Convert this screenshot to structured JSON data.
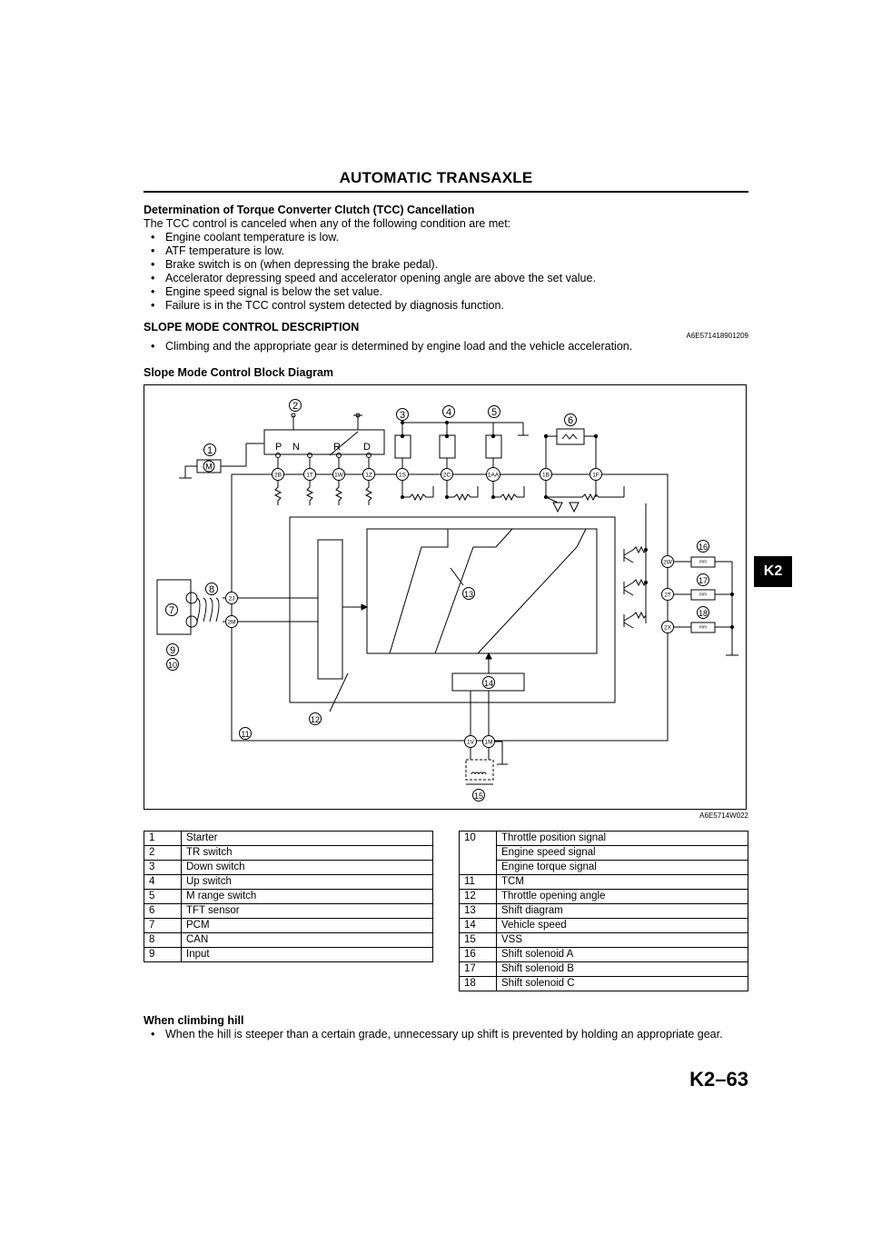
{
  "header": {
    "title": "AUTOMATIC TRANSAXLE",
    "tab": "K2"
  },
  "tcc": {
    "title": "Determination of Torque Converter Clutch (TCC) Cancellation",
    "intro": "The TCC control is canceled when any of the following condition are met:",
    "bullets": [
      "Engine coolant temperature is low.",
      "ATF temperature is low.",
      "Brake switch is on (when depressing the brake pedal).",
      "Accelerator depressing speed and accelerator opening angle are above the set value.",
      "Engine speed signal is below the set value.",
      "Failure is in the TCC control system detected by diagnosis function."
    ]
  },
  "slope": {
    "title": "SLOPE MODE CONTROL DESCRIPTION",
    "code": "A6E571418901209",
    "bullets": [
      "Climbing and the appropriate gear is determined by engine load and the vehicle acceleration."
    ]
  },
  "diagram": {
    "title": "Slope Mode Control Block Diagram",
    "figure_code": "A6E5714W022",
    "tr_labels": [
      "P",
      "N",
      "R",
      "D"
    ],
    "pin_top": [
      "2B",
      "1T",
      "1W",
      "1Z",
      "1S",
      "2C",
      "1AA",
      "1B",
      "1F"
    ],
    "pin_left": [
      "2J",
      "2M"
    ],
    "pin_right": [
      "2W",
      "2T",
      "2X"
    ],
    "pin_bottom": [
      "1V",
      "1M"
    ],
    "motor": "M",
    "callouts": [
      "1",
      "2",
      "3",
      "4",
      "5",
      "6",
      "7",
      "8",
      "9",
      "10",
      "11",
      "12",
      "13",
      "14",
      "15",
      "16",
      "17",
      "18"
    ]
  },
  "legend_left": [
    {
      "num": "1",
      "text": "Starter"
    },
    {
      "num": "2",
      "text": "TR switch"
    },
    {
      "num": "3",
      "text": "Down switch"
    },
    {
      "num": "4",
      "text": "Up switch"
    },
    {
      "num": "5",
      "text": "M range switch"
    },
    {
      "num": "6",
      "text": "TFT sensor"
    },
    {
      "num": "7",
      "text": "PCM"
    },
    {
      "num": "8",
      "text": "CAN"
    },
    {
      "num": "9",
      "text": "Input"
    }
  ],
  "legend_right": {
    "first": {
      "num": "10",
      "lines": [
        "Throttle position signal",
        "Engine speed signal",
        "Engine torque signal"
      ]
    },
    "rows": [
      {
        "num": "11",
        "text": "TCM"
      },
      {
        "num": "12",
        "text": "Throttle opening angle"
      },
      {
        "num": "13",
        "text": "Shift diagram"
      },
      {
        "num": "14",
        "text": "Vehicle speed"
      },
      {
        "num": "15",
        "text": "VSS"
      },
      {
        "num": "16",
        "text": "Shift solenoid A"
      },
      {
        "num": "17",
        "text": "Shift solenoid B"
      },
      {
        "num": "18",
        "text": "Shift solenoid C"
      }
    ]
  },
  "climbing": {
    "title": "When climbing hill",
    "bullets": [
      "When the hill is steeper than a certain grade, unnecessary up shift is prevented by holding an appropriate gear."
    ]
  },
  "page_number": "K2–63"
}
